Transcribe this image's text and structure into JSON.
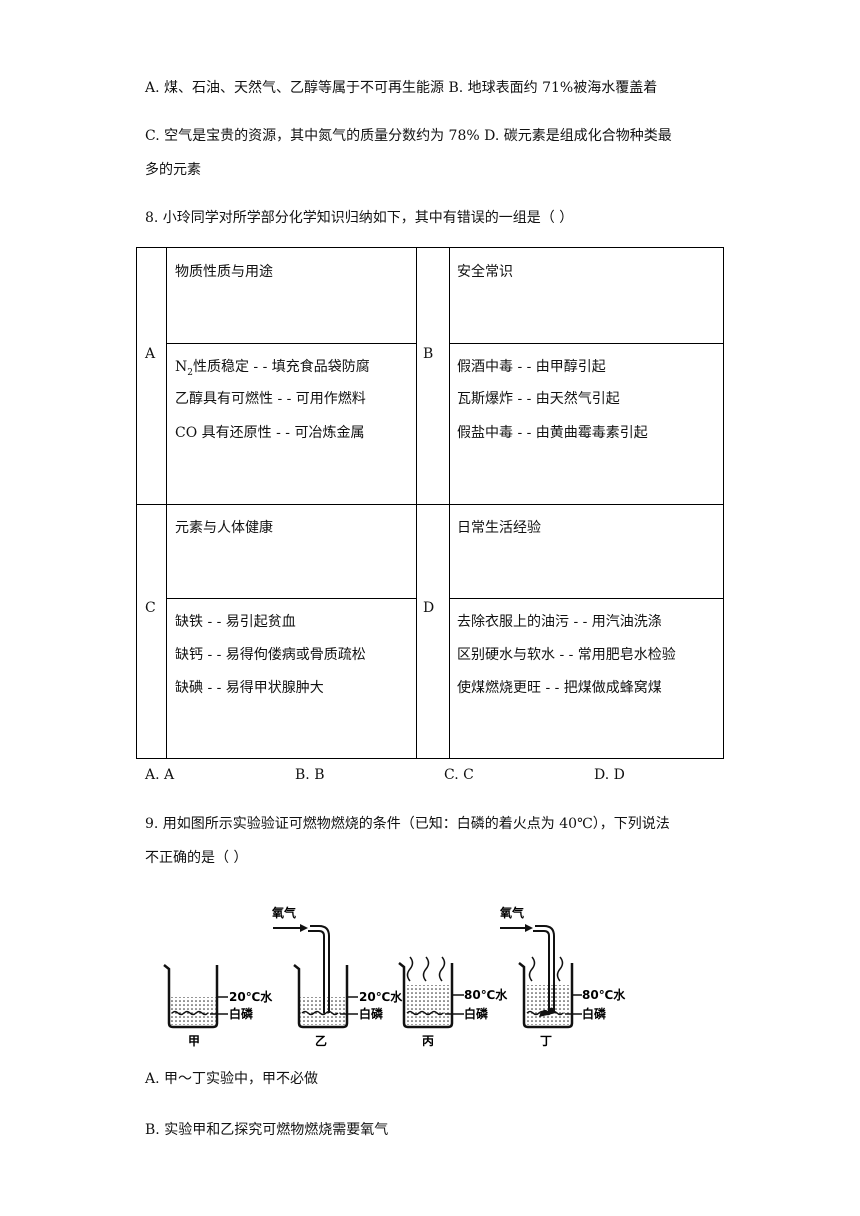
{
  "q7_options": {
    "a": "A.  煤、石油、天然气、乙醇等属于不可再生能源 B. 地球表面约 71%被海水覆盖着",
    "c_line1": "C. 空气是宝贵的资源，其中氮气的质量分数约为 78% D. 碳元素是组成化合物种类最",
    "c_line2": "多的元素"
  },
  "q8": {
    "stem": "8. 小玲同学对所学部分化学知识归纳如下，其中有错误的一组是（  ）",
    "table": {
      "a_label": "A",
      "a_title": "物质性质与用途",
      "a_item1_pre": "N",
      "a_item1_sub": "2",
      "a_item1_post": "性质稳定 - - 填充食品袋防腐",
      "a_item2": "乙醇具有可燃性 - - 可用作燃料",
      "a_item3": "CO 具有还原性 - - 可冶炼金属",
      "b_label": "B",
      "b_title": "安全常识",
      "b_item1": "假酒中毒 - - 由甲醇引起",
      "b_item2": "瓦斯爆炸 - - 由天然气引起",
      "b_item3": "假盐中毒 - - 由黄曲霉毒素引起",
      "c_label": "C",
      "c_title": "元素与人体健康",
      "c_item1": "缺铁 - - 易引起贫血",
      "c_item2": "缺钙 - - 易得佝偻病或骨质疏松",
      "c_item3": "缺碘 - - 易得甲状腺肿大",
      "d_label": "D",
      "d_title": "日常生活经验",
      "d_item1": "去除衣服上的油污 - - 用汽油洗涤",
      "d_item2": "区别硬水与软水 - - 常用肥皂水检验",
      "d_item3": "使煤燃烧更旺 - - 把煤做成蜂窝煤"
    },
    "options": {
      "a": "A. A",
      "b": "B. B",
      "c": "C. C",
      "d": "D. D"
    }
  },
  "q9": {
    "stem_line1": "9. 用如图所示实验验证可燃物燃烧的条件（已知：白磷的着火点为 40℃），下列说法",
    "stem_line2": "不正确的是（   ）",
    "figure": {
      "oxygen1": "氧气",
      "oxygen2": "氧气",
      "water20_1": "20℃水",
      "water20_2": "20℃水",
      "water80_1": "80℃水",
      "water80_2": "80℃水",
      "phosphorus1": "白磷",
      "phosphorus2": "白磷",
      "phosphorus3": "白磷",
      "phosphorus4": "白磷",
      "jia": "甲",
      "yi": "乙",
      "bing": "丙",
      "ding": "丁"
    },
    "option_a": "A. 甲～丁实验中，甲不必做",
    "option_b": "B. 实验甲和乙探究可燃物燃烧需要氧气"
  }
}
